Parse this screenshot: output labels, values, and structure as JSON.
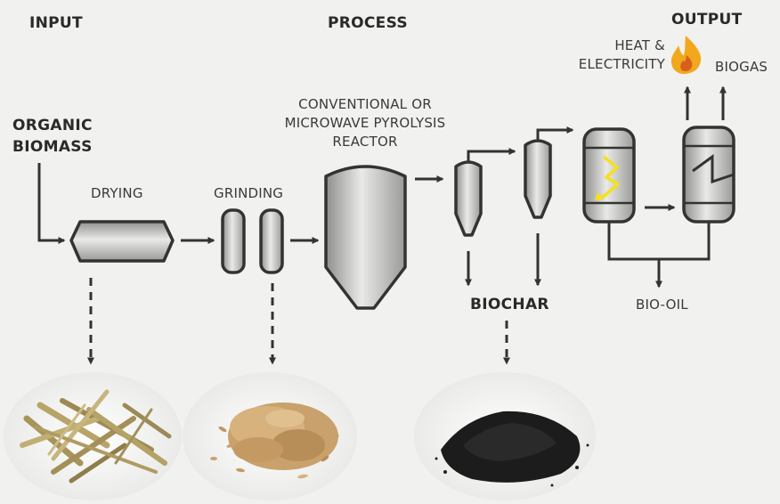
{
  "headings": {
    "input": "INPUT",
    "process": "PROCESS",
    "output": "OUTPUT"
  },
  "labels": {
    "organic_biomass_line1": "ORGANIC",
    "organic_biomass_line2": "BIOMASS",
    "drying": "DRYING",
    "grinding": "GRINDING",
    "reactor_line1": "CONVENTIONAL OR",
    "reactor_line2": "MICROWAVE PYROLYSIS",
    "reactor_line3": "REACTOR",
    "heat_line1": "HEAT &",
    "heat_line2": "ELECTRICITY",
    "biogas": "BIOGAS",
    "biochar": "BIOCHAR",
    "bio_oil": "BIO-OIL"
  },
  "colors": {
    "background": "#f1f1ef",
    "line": "#333333",
    "vessel_fill": "#b9bab8",
    "lightning": "#f4e21a",
    "flame_outer": "#f2a81d",
    "flame_inner": "#d9601a",
    "biochar": "#1c1c1c"
  },
  "icons": {
    "flame": "flame-icon",
    "lightning": "lightning-icon"
  }
}
